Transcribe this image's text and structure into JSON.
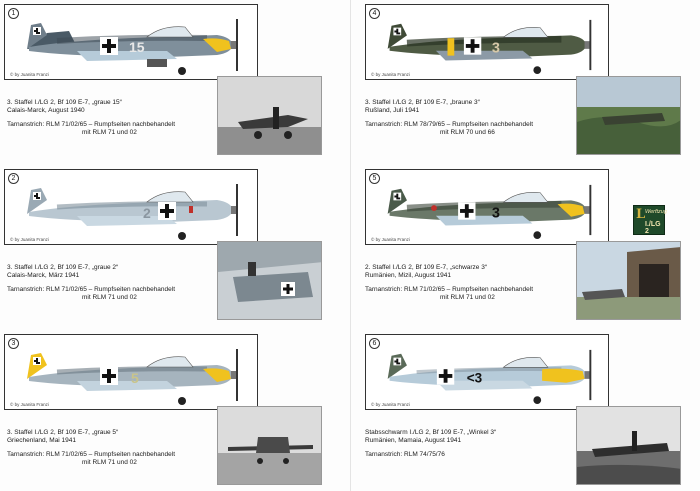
{
  "colors": {
    "rlm_grey": "#8c9aa6",
    "rlm_blue": "#b6cbd9",
    "rlm_dark": "#2f3a2c",
    "rlm_yellow": "#f0c21e",
    "cross_black": "#111111"
  },
  "credit": "© by Juanita Franzi",
  "logo": {
    "main": "Werftzug",
    "sub": "I./LG 2",
    "letter": "L"
  },
  "entries": [
    {
      "num": "1",
      "title": "3. Staffel I./LG 2, Bf 109 E-7, „graue 15“",
      "place": "Calais-Marck, August 1940",
      "cam1": "Tarnanstrich: RLM 71/02/65 – Rumpfseiten nachbehandelt",
      "cam2": "mit RLM 71 und 02",
      "code": "15"
    },
    {
      "num": "2",
      "title": "3. Staffel I./LG 2, Bf 109 E-7, „graue 2“",
      "place": "Calais-Marck, März 1941",
      "cam1": "Tarnanstrich: RLM 71/02/65 – Rumpfseiten nachbehandelt",
      "cam2": "mit RLM 71 und 02",
      "code": "2"
    },
    {
      "num": "3",
      "title": "3. Staffel I./LG 2, Bf 109 E-7, „graue 5“",
      "place": "Griechenland, Mai 1941",
      "cam1": "Tarnanstrich: RLM 71/02/65 – Rumpfseiten nachbehandelt",
      "cam2": "mit RLM 71 und 02",
      "code": "5"
    },
    {
      "num": "4",
      "title": "3. Staffel I./LG 2, Bf 109 E-7, „braune 3“",
      "place": "Rußland, Juli 1941",
      "cam1": "Tarnanstrich: RLM 78/79/65 – Rumpfseiten nachbehandelt",
      "cam2": "mit RLM 70 und 66",
      "code": "3"
    },
    {
      "num": "5",
      "title": "2. Staffel I./LG 2, Bf 109 E-7, „schwarze 3“",
      "place": "Rumänien, Mizil, August 1941",
      "cam1": "Tarnanstrich: RLM 71/02/65 – Rumpfseiten nachbehandelt",
      "cam2": "mit RLM 71 und 02",
      "code": "3"
    },
    {
      "num": "6",
      "title": "Stabsschwarm I./LG 2, Bf 109 E-7, „Winkel 3“",
      "place": "Rumänien, Mamaia, August 1941",
      "cam1": "Tarnanstrich: RLM 74/75/76",
      "cam2": "",
      "code": "<3"
    }
  ]
}
